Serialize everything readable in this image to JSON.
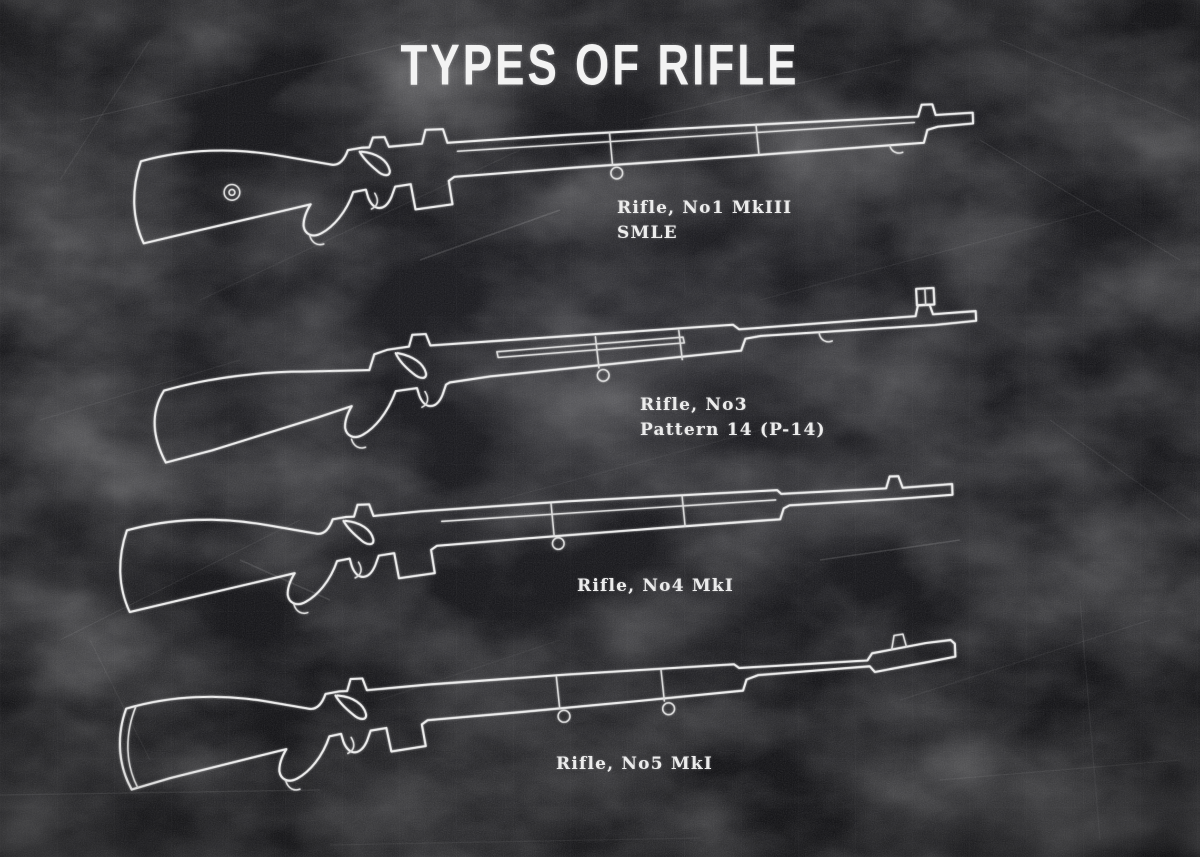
{
  "title": "TYPES OF RIFLE",
  "colors": {
    "background": "#141418",
    "chalk": "#ececec"
  },
  "rifles": [
    {
      "label_lines": [
        "Rifle, No1 MkIII",
        "SMLE"
      ]
    },
    {
      "label_lines": [
        "Rifle, No3",
        "Pattern 14 (P-14)"
      ]
    },
    {
      "label_lines": [
        "Rifle, No4 MkI"
      ]
    },
    {
      "label_lines": [
        "Rifle, No5 MkI"
      ]
    }
  ]
}
